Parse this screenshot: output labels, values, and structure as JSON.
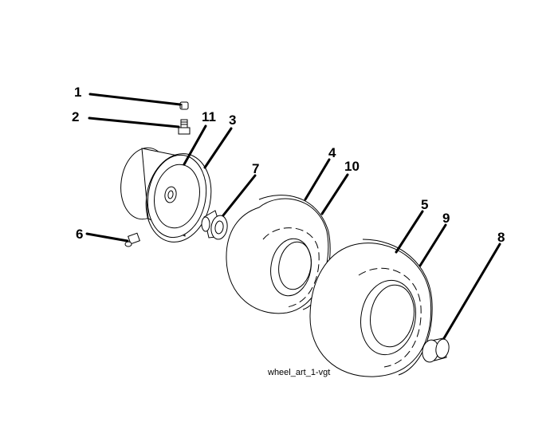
{
  "diagram": {
    "caption": "wheel_art_1-vgt",
    "callouts": {
      "p1": "1",
      "p2": "2",
      "p3": "3",
      "p4": "4",
      "p5": "5",
      "p6": "6",
      "p7": "7",
      "p8": "8",
      "p9": "9",
      "p10": "10",
      "p11": "11"
    }
  }
}
